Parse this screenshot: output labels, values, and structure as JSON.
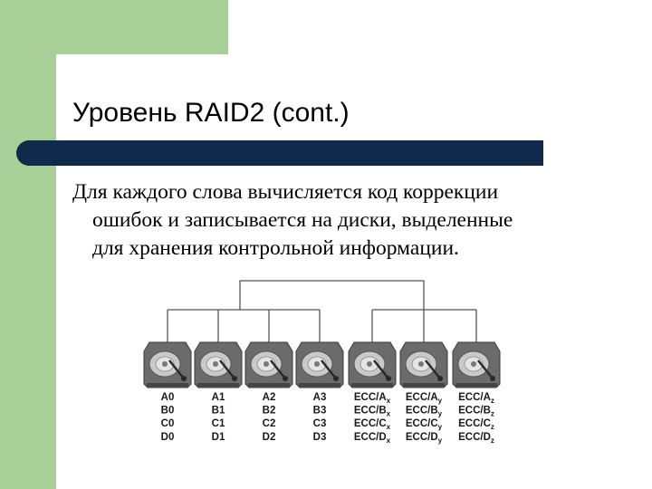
{
  "slide": {
    "title": "Уровень RAID2 (cont.)",
    "body_lines": [
      "Для каждого слова вычисляется код коррекции",
      "ошибок и  записывается на диски, выделенные",
      "для хранения контрольной информации."
    ]
  },
  "diagram": {
    "disks": [
      {
        "label_lines": [
          {
            "main": "A0",
            "sub": ""
          },
          {
            "main": "B0",
            "sub": ""
          },
          {
            "main": "C0",
            "sub": ""
          },
          {
            "main": "D0",
            "sub": ""
          }
        ]
      },
      {
        "label_lines": [
          {
            "main": "A1",
            "sub": ""
          },
          {
            "main": "B1",
            "sub": ""
          },
          {
            "main": "C1",
            "sub": ""
          },
          {
            "main": "D1",
            "sub": ""
          }
        ]
      },
      {
        "label_lines": [
          {
            "main": "A2",
            "sub": ""
          },
          {
            "main": "B2",
            "sub": ""
          },
          {
            "main": "C2",
            "sub": ""
          },
          {
            "main": "D2",
            "sub": ""
          }
        ]
      },
      {
        "label_lines": [
          {
            "main": "A3",
            "sub": ""
          },
          {
            "main": "B3",
            "sub": ""
          },
          {
            "main": "C3",
            "sub": ""
          },
          {
            "main": "D3",
            "sub": ""
          }
        ]
      },
      {
        "label_lines": [
          {
            "main": "ECC/A",
            "sub": "x"
          },
          {
            "main": "ECC/B",
            "sub": "x"
          },
          {
            "main": "ECC/C",
            "sub": "x"
          },
          {
            "main": "ECC/D",
            "sub": "x"
          }
        ]
      },
      {
        "label_lines": [
          {
            "main": "ECC/A",
            "sub": "y"
          },
          {
            "main": "ECC/B",
            "sub": "y"
          },
          {
            "main": "ECC/C",
            "sub": "y"
          },
          {
            "main": "ECC/D",
            "sub": "y"
          }
        ]
      },
      {
        "label_lines": [
          {
            "main": "ECC/A",
            "sub": "z"
          },
          {
            "main": "ECC/B",
            "sub": "z"
          },
          {
            "main": "ECC/C",
            "sub": "z"
          },
          {
            "main": "ECC/D",
            "sub": "z"
          }
        ]
      }
    ]
  },
  "colors": {
    "accent_green": "#a8cf98",
    "rule_navy": "#0f2a4a"
  }
}
